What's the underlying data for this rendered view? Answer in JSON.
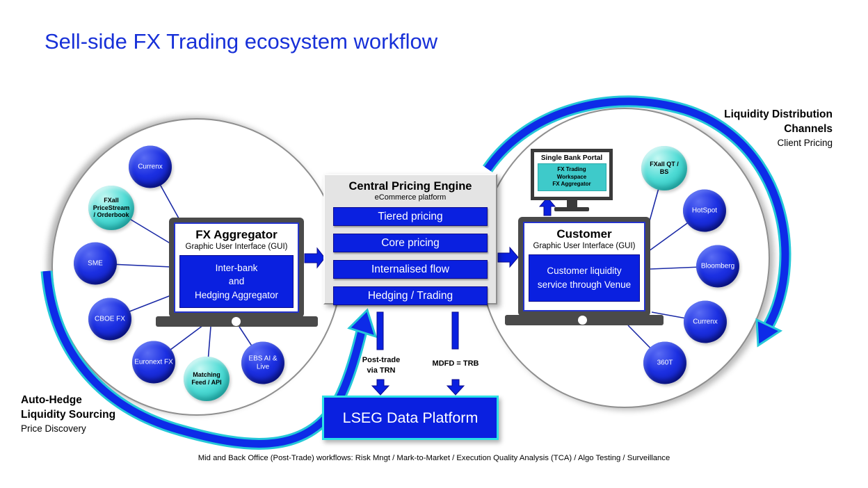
{
  "title": "Sell-side FX Trading ecosystem workflow",
  "colors": {
    "title_blue": "#1730d8",
    "accent_blue": "#0a20e0",
    "teal": "#3ecaca",
    "swoosh_blue": "#0d2be8",
    "swoosh_teal": "#26c8d8",
    "cyan_border": "#2ae0e6",
    "line_navy": "#1b2aa6"
  },
  "left_cluster": {
    "nodes": [
      {
        "label": "Currenx",
        "color": "blue"
      },
      {
        "label": "FXall\nPriceStream\n/ Orderbook",
        "color": "teal"
      },
      {
        "label": "SME",
        "color": "blue"
      },
      {
        "label": "CBOE FX",
        "color": "blue"
      },
      {
        "label": "Euronext FX",
        "color": "blue"
      },
      {
        "label": "Matching\nFeed / API",
        "color": "teal"
      },
      {
        "label": "EBS AI &\nLive",
        "color": "blue"
      }
    ]
  },
  "right_cluster": {
    "nodes": [
      {
        "label": "FXall QT /\nBS",
        "color": "teal"
      },
      {
        "label": "HotSpot",
        "color": "blue"
      },
      {
        "label": "Bloomberg",
        "color": "blue"
      },
      {
        "label": "Currenx",
        "color": "blue"
      },
      {
        "label": "360T",
        "color": "blue"
      }
    ]
  },
  "fx_aggregator": {
    "title": "FX Aggregator",
    "subtitle": "Graphic User Interface (GUI)",
    "panel": "Inter-bank\nand\nHedging Aggregator"
  },
  "customer": {
    "title": "Customer",
    "subtitle": "Graphic User Interface (GUI)",
    "panel": "Customer liquidity\nservice through Venue"
  },
  "central_pricing_engine": {
    "title": "Central Pricing Engine",
    "subtitle": "eCommerce platform",
    "bars": [
      "Tiered pricing",
      "Core pricing",
      "Internalised flow",
      "Hedging / Trading"
    ]
  },
  "single_bank_portal": {
    "title": "Single Bank Portal",
    "panel": "FX Trading\nWorkspace\nFX Aggregator"
  },
  "lseg": {
    "label": "LSEG Data Platform"
  },
  "flow_labels": {
    "post_trade": "Post-trade\nvia TRN",
    "mdfd": "MDFD = TRB"
  },
  "corner_top_right": {
    "bold": "Liquidity Distribution\nChannels",
    "regular": "Client Pricing"
  },
  "corner_bottom_left": {
    "bold": "Auto-Hedge\nLiquidity Sourcing",
    "regular": "Price Discovery"
  },
  "footer": "Mid and Back Office (Post-Trade) workflows: Risk Mngt / Mark-to-Market / Execution Quality Analysis (TCA) / Algo Testing / Surveillance"
}
